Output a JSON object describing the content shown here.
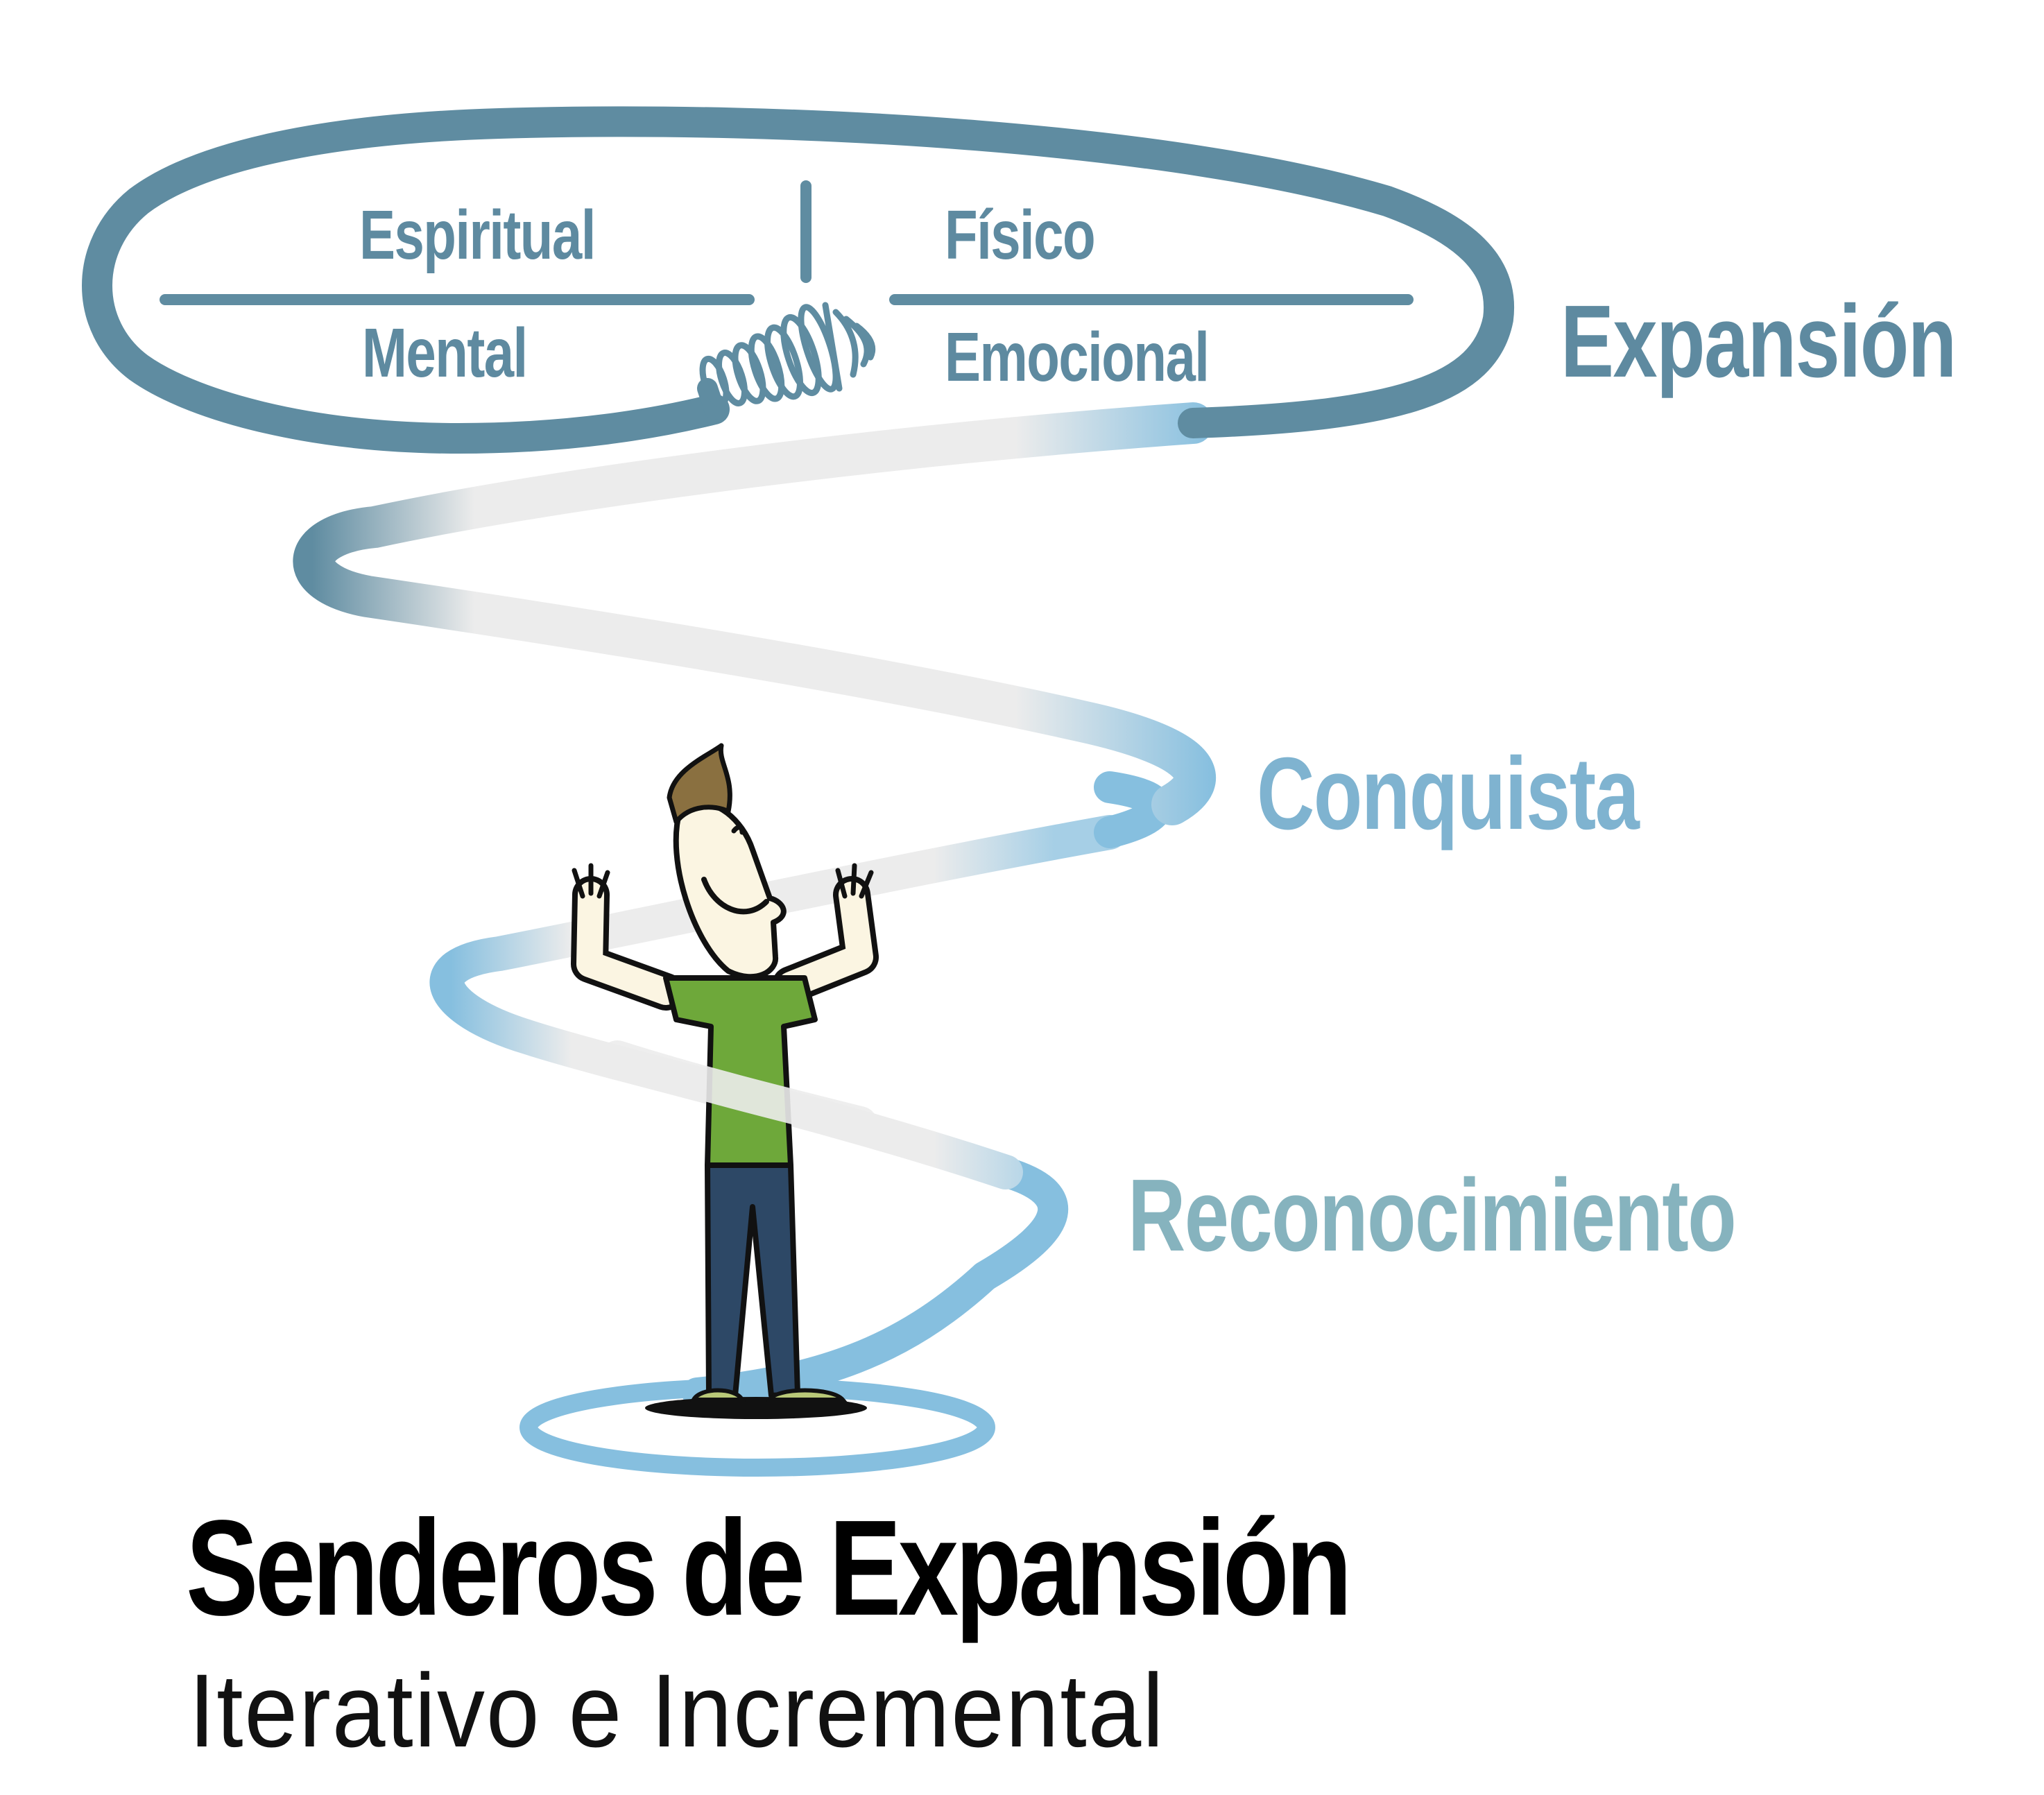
{
  "quadrants": {
    "top_left": "Espiritual",
    "top_right": "Físico",
    "bottom_left": "Mental",
    "bottom_right": "Emocional"
  },
  "stages": {
    "expansion": "Expansión",
    "conquista": "Conquista",
    "reconocimiento": "Reconocimiento"
  },
  "title": "Senderos de Expansión",
  "subtitle": "Iterativo e Incremental",
  "colors": {
    "path_dark": "#5f8ca1",
    "path_light": "#86bfdf",
    "path_fade": "#ececec",
    "expansion_text": "#5e8aa0",
    "conquista_text": "#7fb3d0",
    "reconocimiento_text": "#86b3be",
    "shirt": "#6ea83a",
    "pants": "#2d4866",
    "hair": "#8a7040",
    "skin": "#fbf5e2"
  }
}
